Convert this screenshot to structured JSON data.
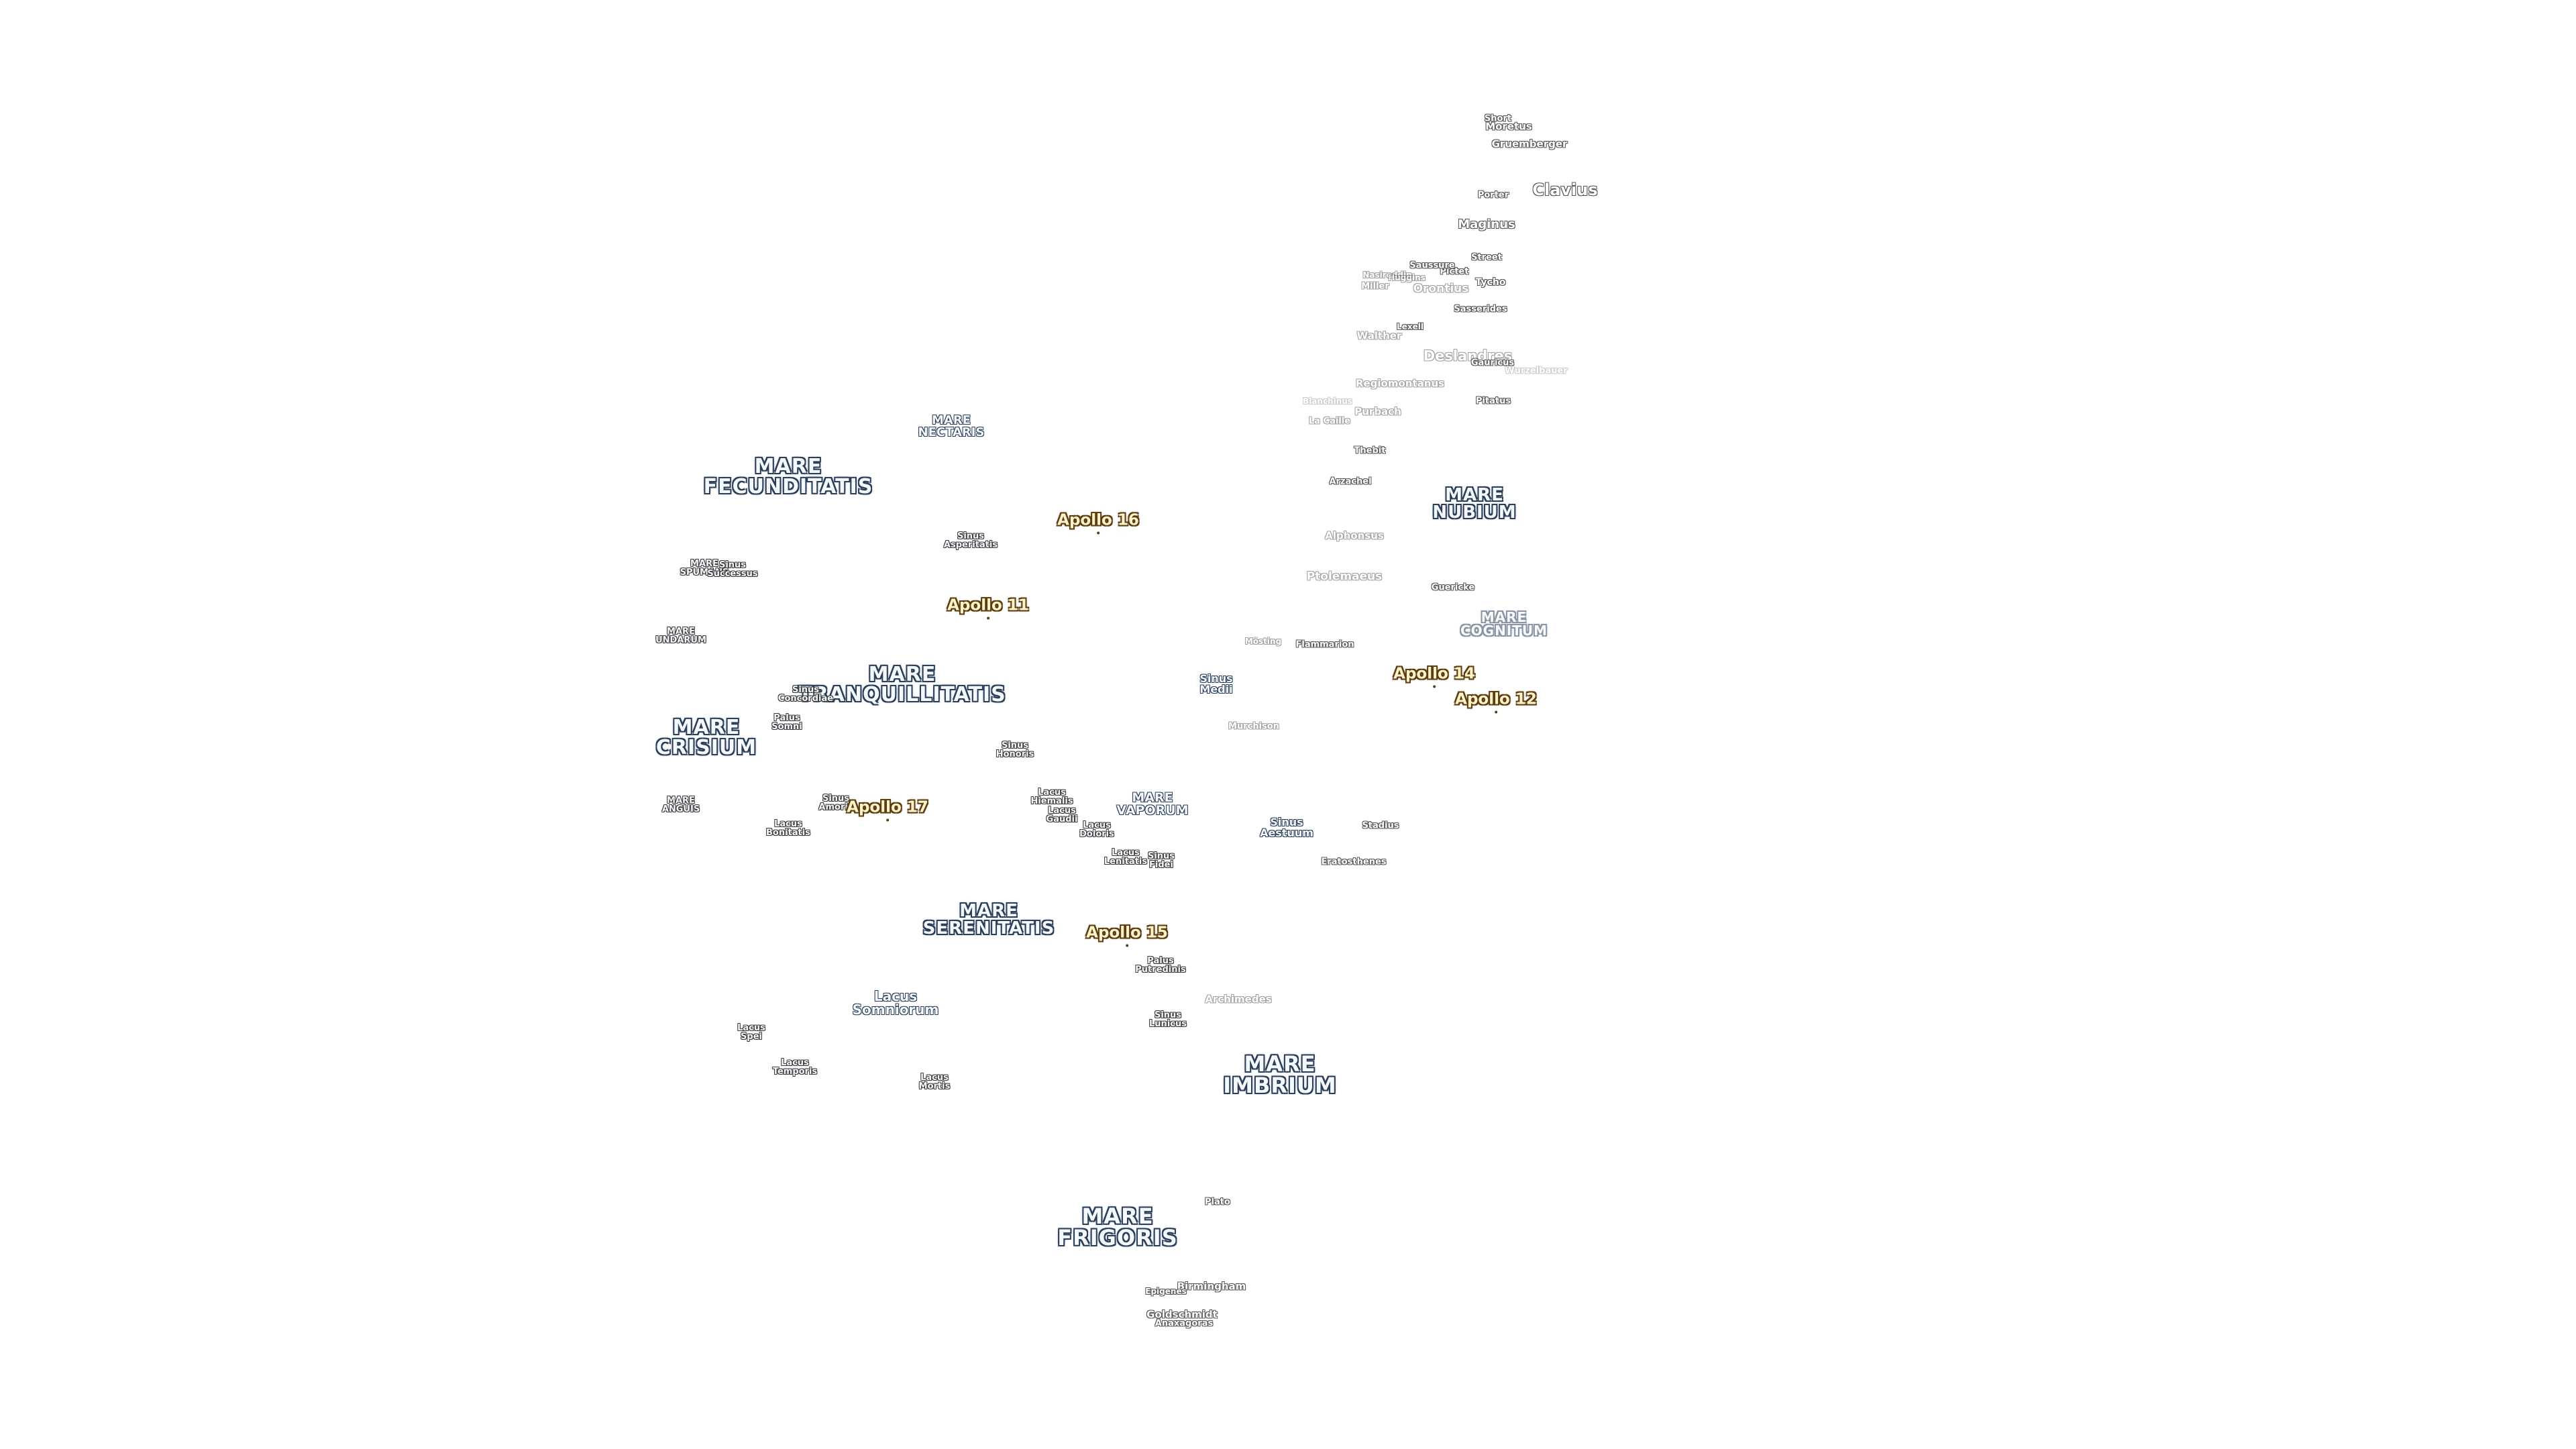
{
  "map": {
    "colors": {
      "background": "#ffffff",
      "mare_outline": "#2b3e58",
      "apollo_outline": "#5a3d12",
      "crater_outline": "#555555"
    },
    "maria": [
      {
        "name": "MARE\nNECTARIS"
      },
      {
        "name": "MARE\nFECUNDITATIS"
      },
      {
        "name": "MARE\nNUBIUM"
      },
      {
        "name": "MARE\nCOGNITUM"
      },
      {
        "name": "MARE\nTRANQUILLITATIS"
      },
      {
        "name": "MARE\nCRISIUM"
      },
      {
        "name": "MARE\nVAPORUM"
      },
      {
        "name": "MARE\nSERENITATIS"
      },
      {
        "name": "MARE\nIMBRIUM"
      },
      {
        "name": "MARE\nFRIGORIS"
      },
      {
        "name": "MARE\nSPUMANS"
      },
      {
        "name": "MARE\nUNDARUM"
      },
      {
        "name": "MARE\nANGUIS"
      }
    ],
    "minor_features": [
      {
        "name": "Sinus\nAsperitatis"
      },
      {
        "name": "Sinus\nSuccessus"
      },
      {
        "name": "Sinus\nConcordiae"
      },
      {
        "name": "Palus\nSomni"
      },
      {
        "name": "Sinus\nAmoris"
      },
      {
        "name": "Lacus\nBonitatis"
      },
      {
        "name": "Sinus\nHonoris"
      },
      {
        "name": "Sinus\nMedii"
      },
      {
        "name": "Sinus\nAestuum"
      },
      {
        "name": "Lacus\nGaudii"
      },
      {
        "name": "Lacus\nDoloris"
      },
      {
        "name": "Sinus\nFidei"
      },
      {
        "name": "Palus\nPutredinis"
      },
      {
        "name": "Sinus\nLunicus"
      },
      {
        "name": "Lacus\nSomniorum"
      },
      {
        "name": "Lacus\nSpei"
      },
      {
        "name": "Lacus\nTemporis"
      },
      {
        "name": "Lacus\nMortis"
      },
      {
        "name": "Lacus\nHiemalis"
      },
      {
        "name": "Lacus\nLenitatis"
      }
    ],
    "apollo_sites": [
      {
        "name": "Apollo 16"
      },
      {
        "name": "Apollo 11"
      },
      {
        "name": "Apollo 14"
      },
      {
        "name": "Apollo 12"
      },
      {
        "name": "Apollo 17"
      },
      {
        "name": "Apollo 15"
      }
    ],
    "craters": [
      {
        "name": "Moretus"
      },
      {
        "name": "Gruemberger"
      },
      {
        "name": "Clavius"
      },
      {
        "name": "Porter"
      },
      {
        "name": "Maginus"
      },
      {
        "name": "Street"
      },
      {
        "name": "Pictet"
      },
      {
        "name": "Tycho"
      },
      {
        "name": "Orontius"
      },
      {
        "name": "Saussure"
      },
      {
        "name": "Sasserides"
      },
      {
        "name": "Lexell"
      },
      {
        "name": "Walther"
      },
      {
        "name": "Deslandres"
      },
      {
        "name": "Gauricus"
      },
      {
        "name": "Regiomontanus"
      },
      {
        "name": "Purbach"
      },
      {
        "name": "La Caille"
      },
      {
        "name": "Pitatus"
      },
      {
        "name": "Thebit"
      },
      {
        "name": "Arzachel"
      },
      {
        "name": "Alphonsus"
      },
      {
        "name": "Ptolemaeus"
      },
      {
        "name": "Guericke"
      },
      {
        "name": "Flammarion"
      },
      {
        "name": "Mösting"
      },
      {
        "name": "Murchison"
      },
      {
        "name": "Stadius"
      },
      {
        "name": "Eratosthenes"
      },
      {
        "name": "Archimedes"
      },
      {
        "name": "Plato"
      },
      {
        "name": "Birmingham"
      },
      {
        "name": "Epigenes"
      },
      {
        "name": "Goldschmidt"
      },
      {
        "name": "Anaxagoras"
      },
      {
        "name": "Miller"
      },
      {
        "name": "Nasireddin"
      },
      {
        "name": "Huggins"
      },
      {
        "name": "Short"
      },
      {
        "name": "Wurzelbauer"
      },
      {
        "name": "Blanchinus"
      }
    ]
  }
}
